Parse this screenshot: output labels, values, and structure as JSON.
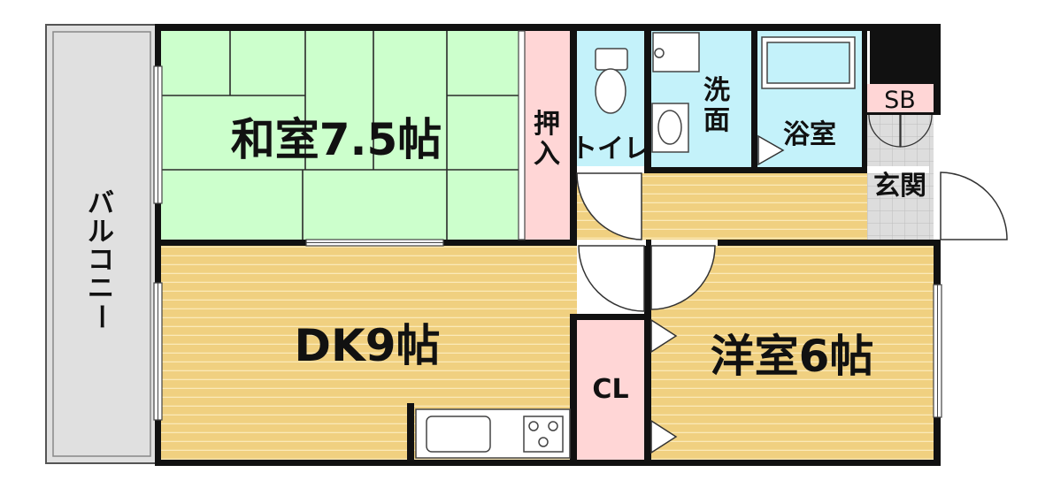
{
  "rooms": {
    "washitsu": "和室7.5帖",
    "dk": "DK9帖",
    "youshitsu": "洋室6帖",
    "oshiire": [
      "押",
      "入"
    ],
    "toilet": "トイレ",
    "senmen": [
      "洗",
      "面"
    ],
    "yokushitsu": "浴室",
    "sb": "SB",
    "genkan": "玄関",
    "cl": "CL",
    "balcony": [
      "バ",
      "ル",
      "コ",
      "ニ",
      "ー"
    ]
  },
  "colors": {
    "washitsu": "#ccffcc",
    "flooring": "#f0d080",
    "closet": "#ffd6d6",
    "water": "#c4f2fa",
    "balcony": "#e0e0e0",
    "genkan": "#dddddd",
    "wall": "#111111"
  }
}
